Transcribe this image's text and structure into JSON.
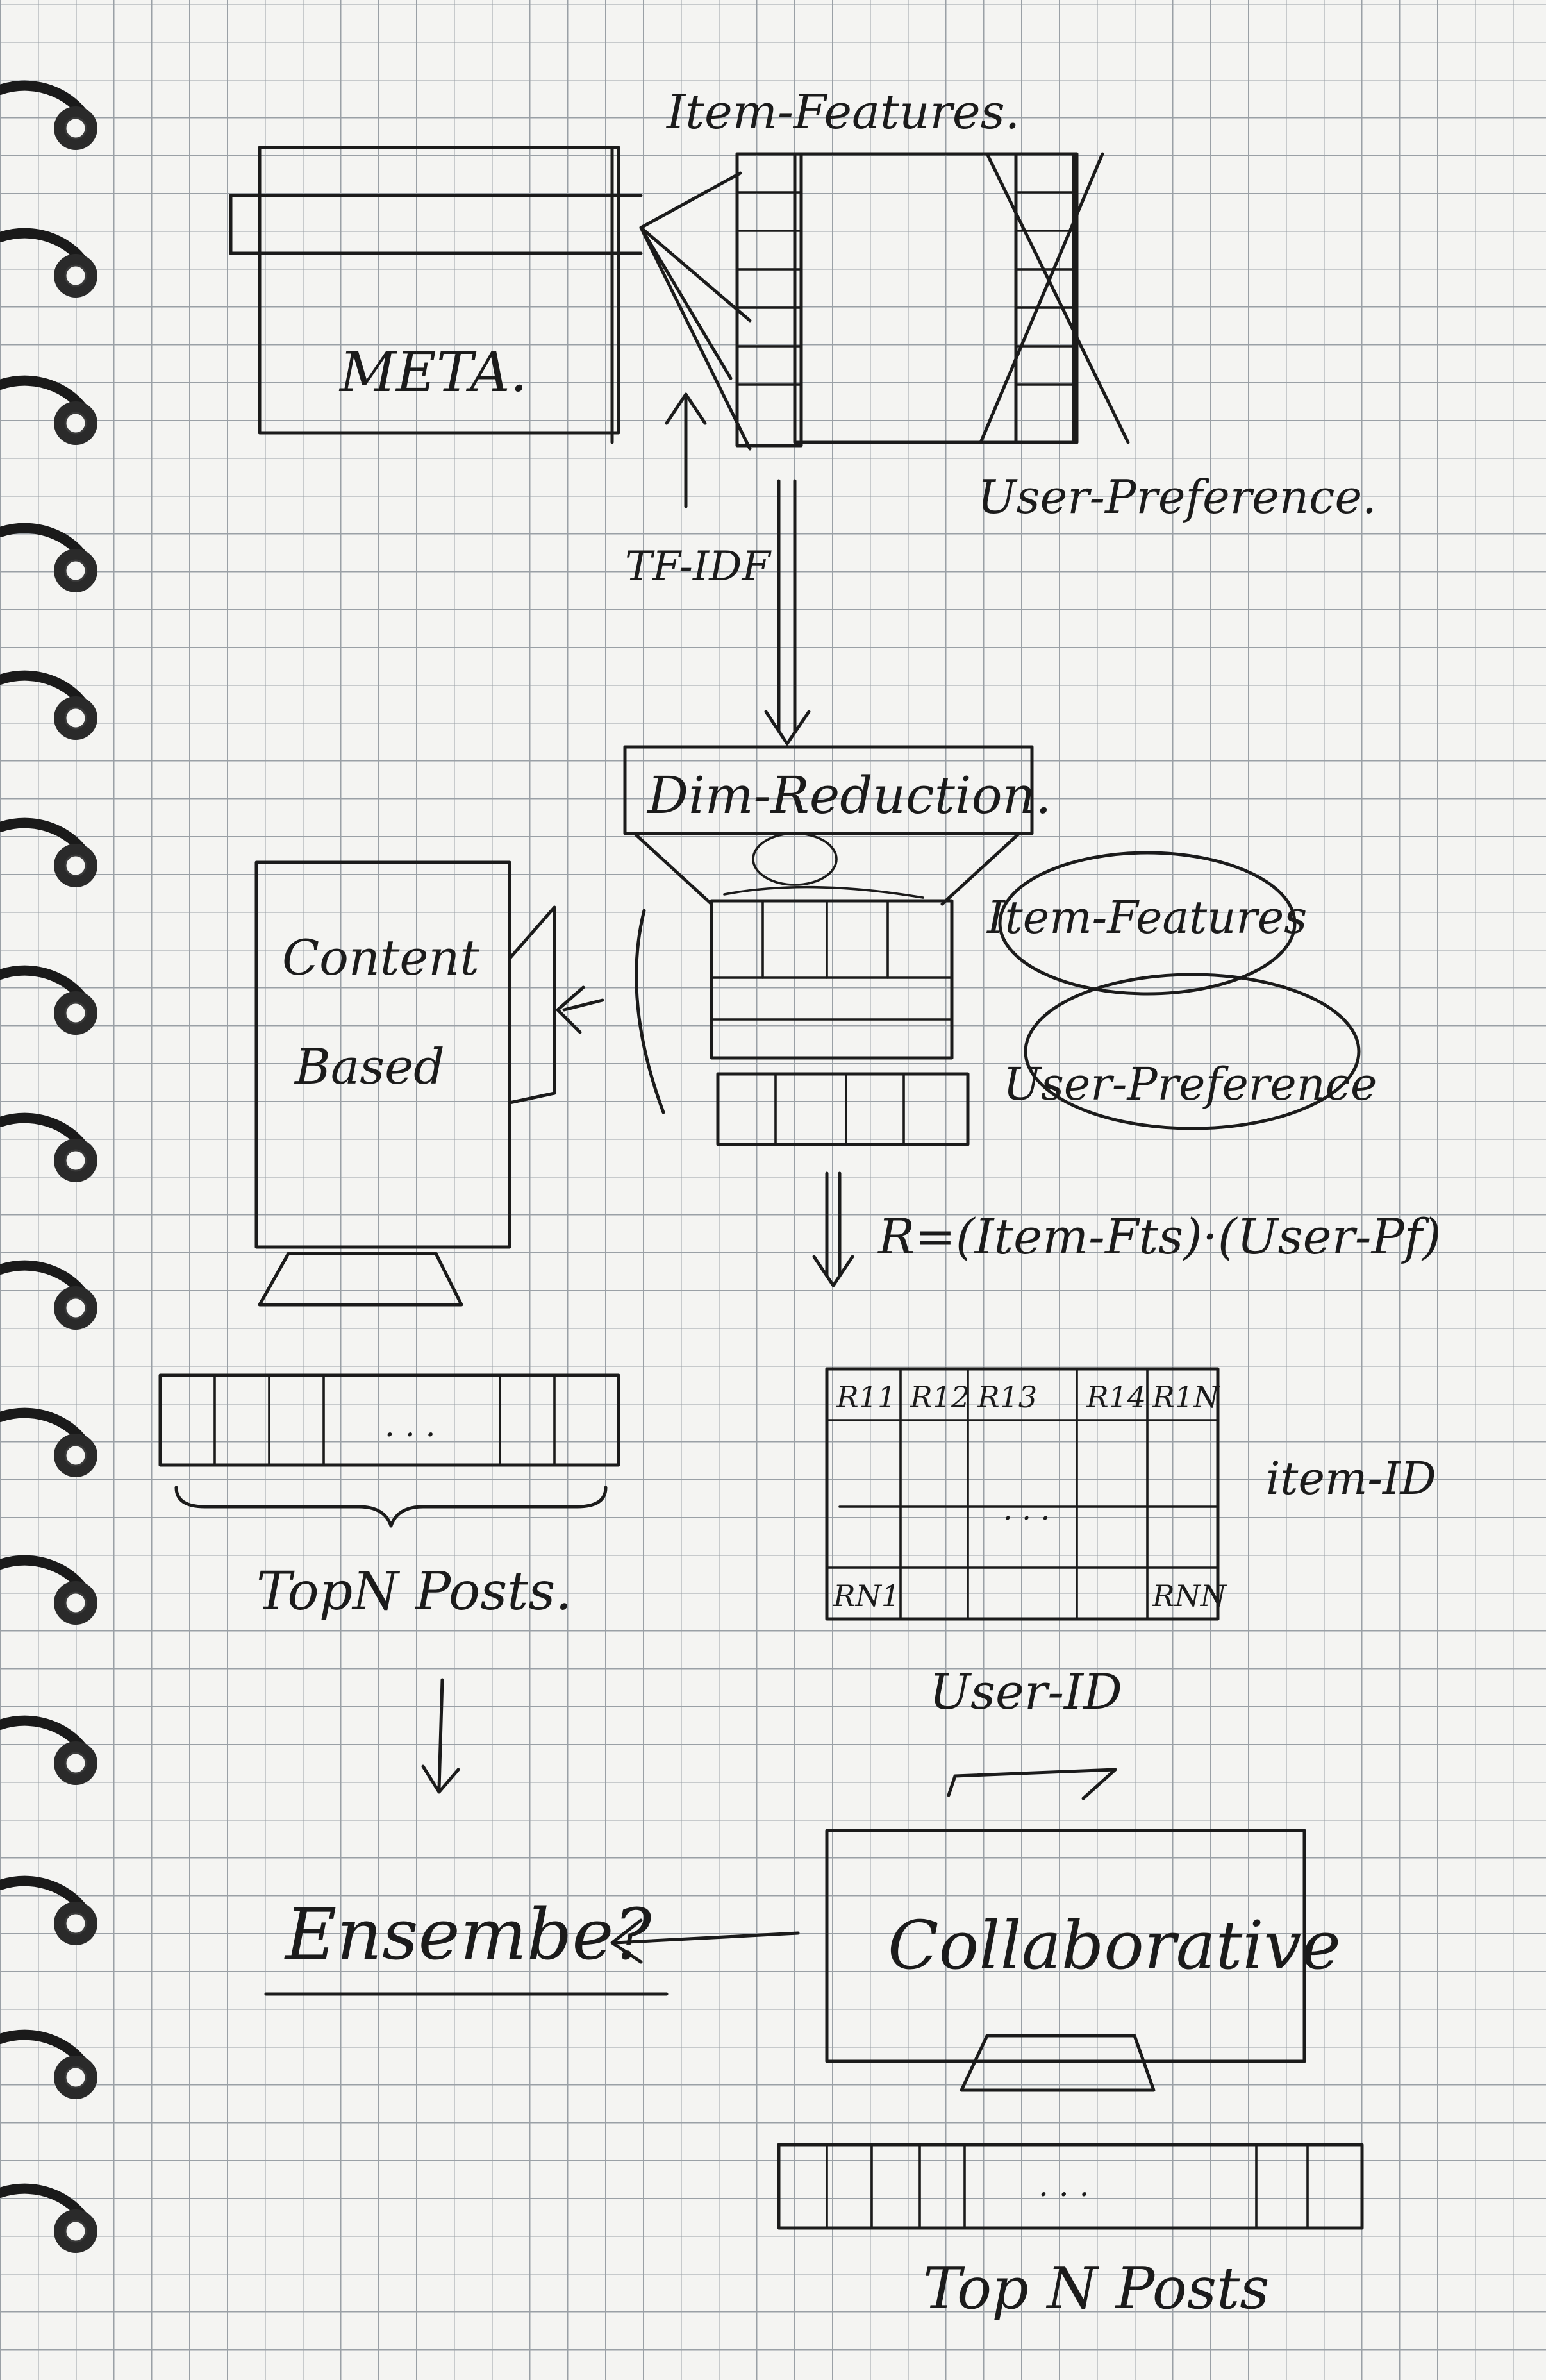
{
  "labels": {
    "item_features_top": "Item-Features.",
    "meta": "META.",
    "tf_idf": "TF-IDF",
    "user_preference_top": "User-Preference.",
    "dim_reduction": "Dim-Reduction.",
    "item_features_mid": "Item-Features",
    "user_preference_mid": "User-Preference",
    "content_based_line1": "Content",
    "content_based_line2": "Based",
    "formula": "R=(Item-Fts)·(User-Pf)",
    "item_id": "item-ID",
    "user_id": "User-ID",
    "top_n_posts_left": "TopN Posts.",
    "ensemble": "Ensembe?",
    "collaborative": "Collaborative",
    "top_n_posts_right": "Top N Posts"
  },
  "rating_matrix": {
    "header_cells": [
      "R11",
      "R12",
      "R13",
      "R14",
      "R1N"
    ],
    "ellipsis": ". . .",
    "bottom_left": "RN1",
    "bottom_right": "RNN"
  },
  "top_n_bar": {
    "ellipsis": ". . ."
  },
  "colors": {
    "ink": "#1b1b1b",
    "paper": "#f4f4f2",
    "grid": "#9aa0a6"
  }
}
